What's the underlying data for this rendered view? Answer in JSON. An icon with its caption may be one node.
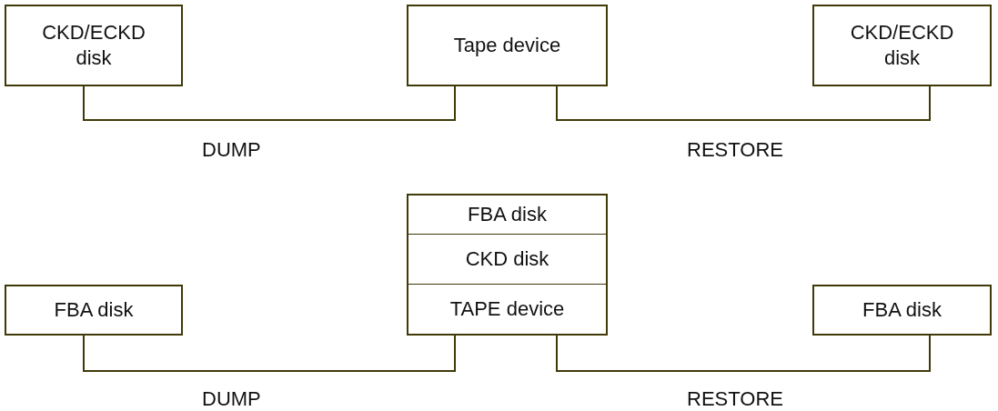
{
  "diagram": {
    "nodes": [
      {
        "text": [
          "CKD/ECKD disk"
        ]
      },
      {
        "text": [
          "Tape device"
        ]
      },
      {
        "text": [
          "CKD/ECKD disk"
        ]
      },
      {
        "text": [
          "FBA disk"
        ]
      },
      {
        "text": [
          "FBA disk"
        ]
      },
      {
        "text": [
          "CKD disk"
        ]
      },
      {
        "text": [
          "TAPE device"
        ]
      },
      {
        "text": [
          "FBA disk"
        ]
      }
    ],
    "edges": [
      {
        "from": 0,
        "to": 1,
        "arrow": "none"
      },
      {
        "from": 1,
        "to": 2,
        "arrow": "none"
      },
      {
        "from": 3,
        "to": 6,
        "arrow": "none"
      },
      {
        "from": 6,
        "to": 7,
        "arrow": "none"
      }
    ],
    "labels": [
      "DUMP",
      "RESTORE",
      "DUMP",
      "RESTORE"
    ]
  }
}
